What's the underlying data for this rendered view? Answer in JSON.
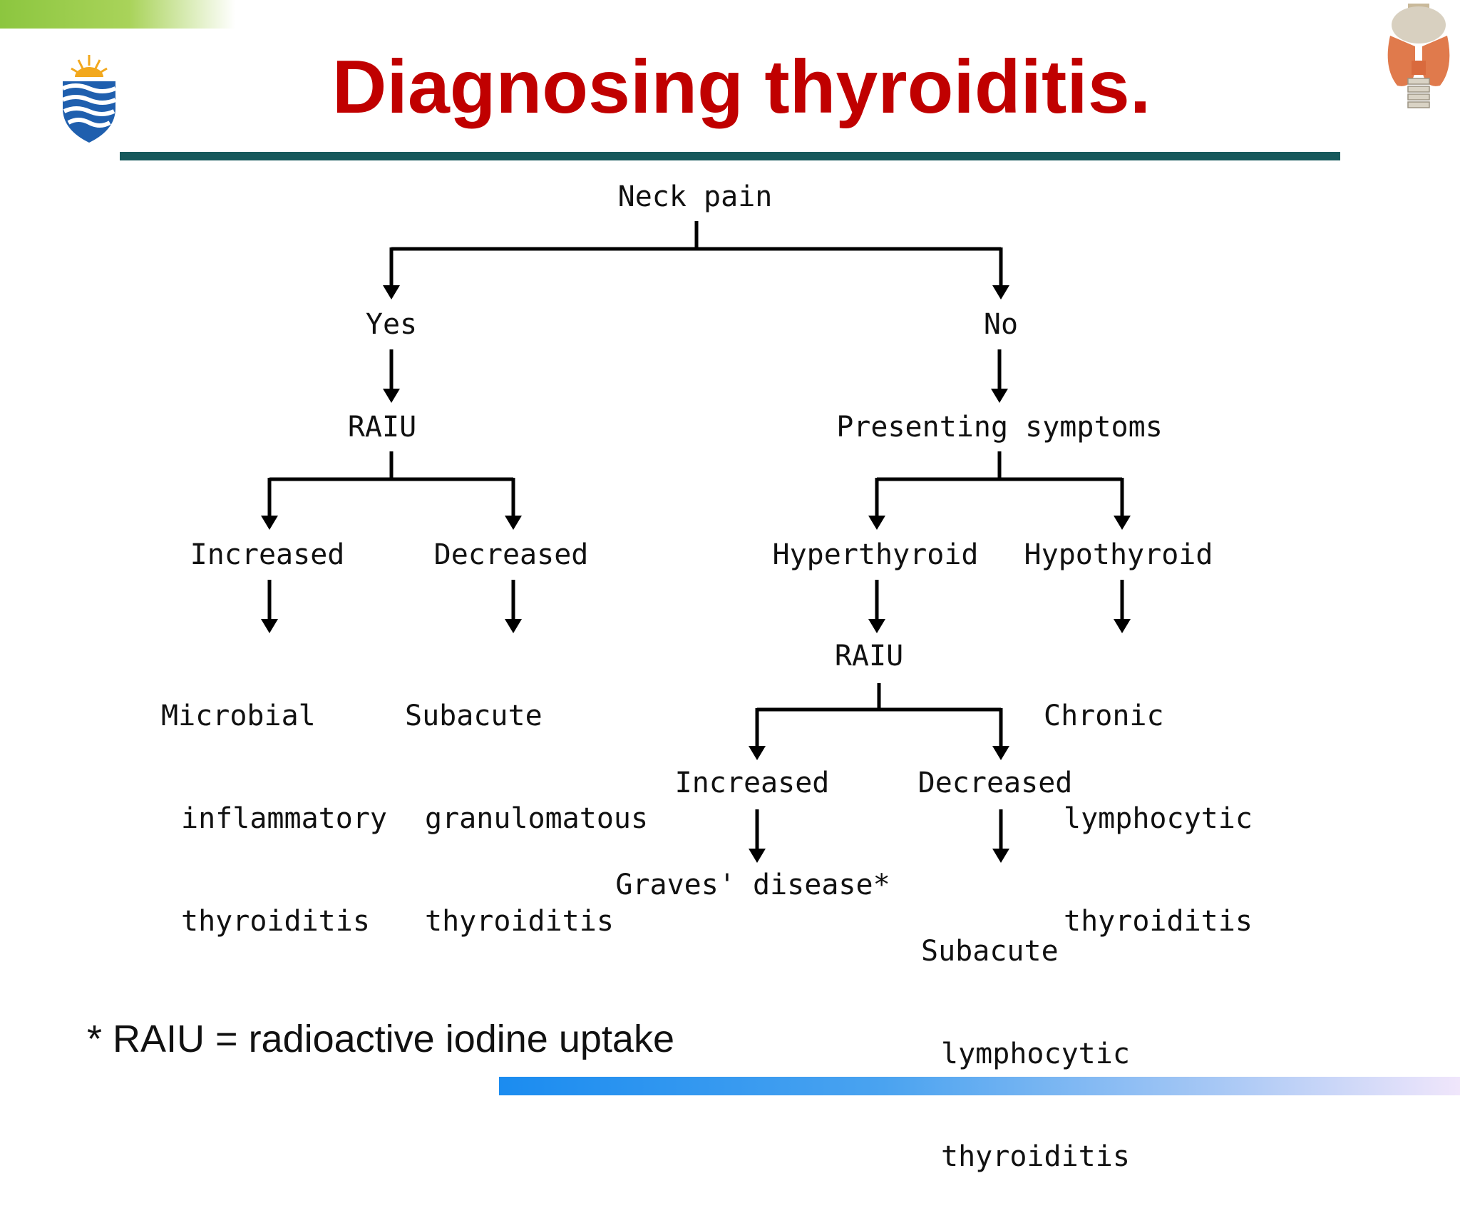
{
  "slide": {
    "title": "Diagnosing thyroiditis.",
    "footnote": "* RAIU = radioactive iodine uptake",
    "colors": {
      "title": "#c00000",
      "rule": "#17595c",
      "accent_green": "#8cc63f",
      "accent_blue": "#1b8cf0",
      "logo_blue": "#1f5fae",
      "logo_sun": "#f2a81d"
    }
  },
  "flowchart": {
    "neck_pain": "Neck pain",
    "yes": "Yes",
    "no": "No",
    "raiu_left": "RAIU",
    "presenting_symptoms": "Presenting symptoms",
    "increased_left": "Increased",
    "decreased_left": "Decreased",
    "hyperthyroid": "Hyperthyroid",
    "hypothyroid": "Hypothyroid",
    "microbial": [
      "Microbial",
      "inflammatory",
      "thyroiditis"
    ],
    "subacute_granulomatous": [
      "Subacute",
      "granulomatous",
      "thyroiditis"
    ],
    "raiu_right": "RAIU",
    "chronic_lymphocytic": [
      "Chronic",
      "lymphocytic",
      "thyroiditis"
    ],
    "increased_right": "Increased",
    "decreased_right": "Decreased",
    "graves": "Graves' disease*",
    "subacute_lymphocytic": [
      "Subacute",
      "lymphocytic",
      "thyroiditis"
    ]
  },
  "icons": {
    "logo": "university-shield-logo-icon",
    "thyroid": "thyroid-anatomy-icon"
  }
}
